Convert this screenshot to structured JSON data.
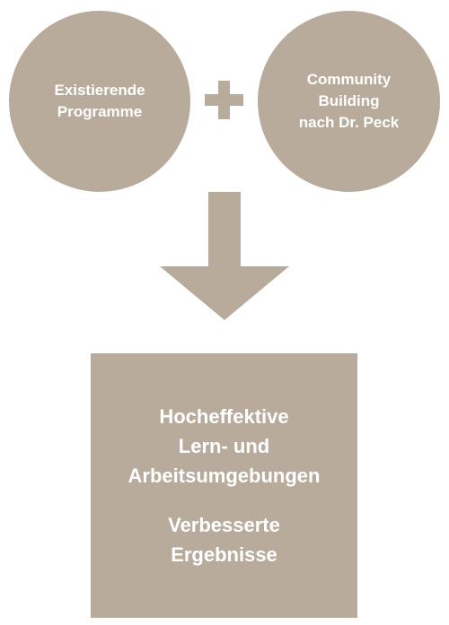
{
  "colors": {
    "shape": "#b8ab9c",
    "text": "#ffffff",
    "background": "#ffffff"
  },
  "left_circle": {
    "text": "Existierende\nProgramme"
  },
  "right_circle": {
    "text": "Community\nBuilding\nnach Dr. Peck"
  },
  "plus_symbol": "plus-icon",
  "arrow_symbol": "arrow-down-icon",
  "result": {
    "primary": "Hocheffektive\nLern- und\nArbeitsumgebungen",
    "secondary": "Verbesserte\nErgebnisse"
  }
}
